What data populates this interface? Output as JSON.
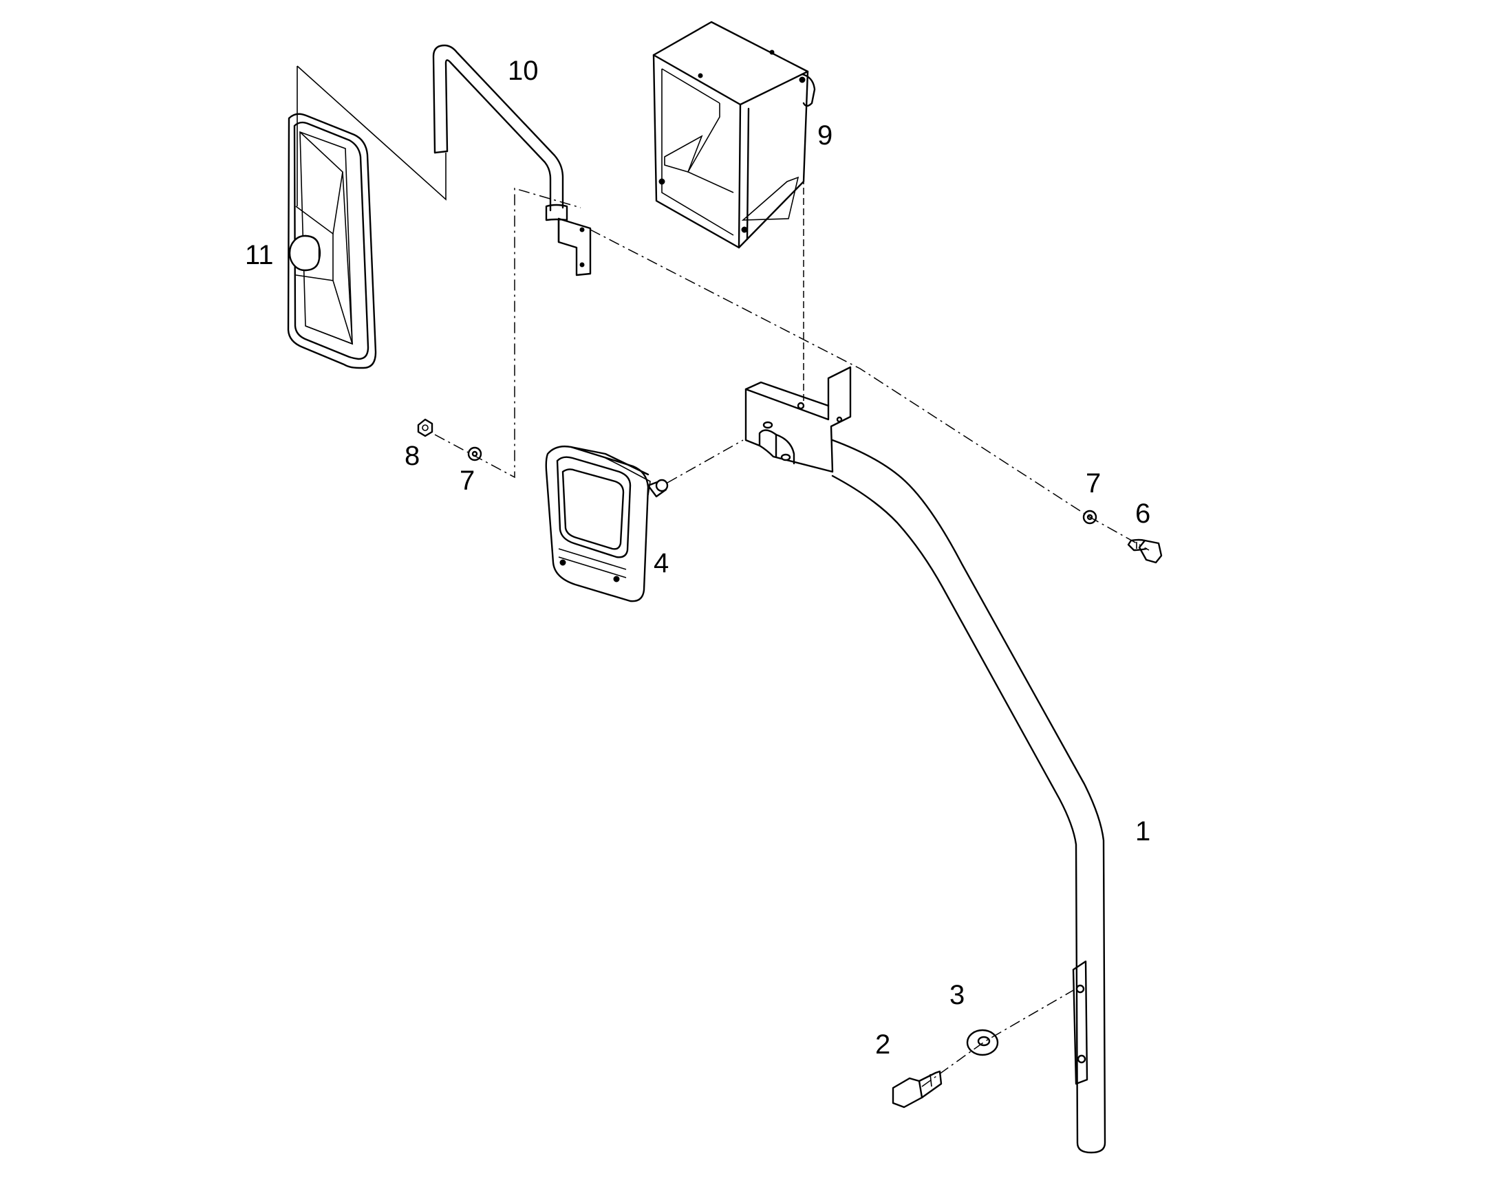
{
  "callouts": [
    {
      "id": "1",
      "label": "1"
    },
    {
      "id": "2",
      "label": "2"
    },
    {
      "id": "3",
      "label": "3"
    },
    {
      "id": "4",
      "label": "4"
    },
    {
      "id": "6",
      "label": "6"
    },
    {
      "id": "7a",
      "label": "7"
    },
    {
      "id": "7b",
      "label": "7"
    },
    {
      "id": "8",
      "label": "8"
    },
    {
      "id": "9",
      "label": "9"
    },
    {
      "id": "10",
      "label": "10"
    },
    {
      "id": "11",
      "label": "11"
    }
  ]
}
